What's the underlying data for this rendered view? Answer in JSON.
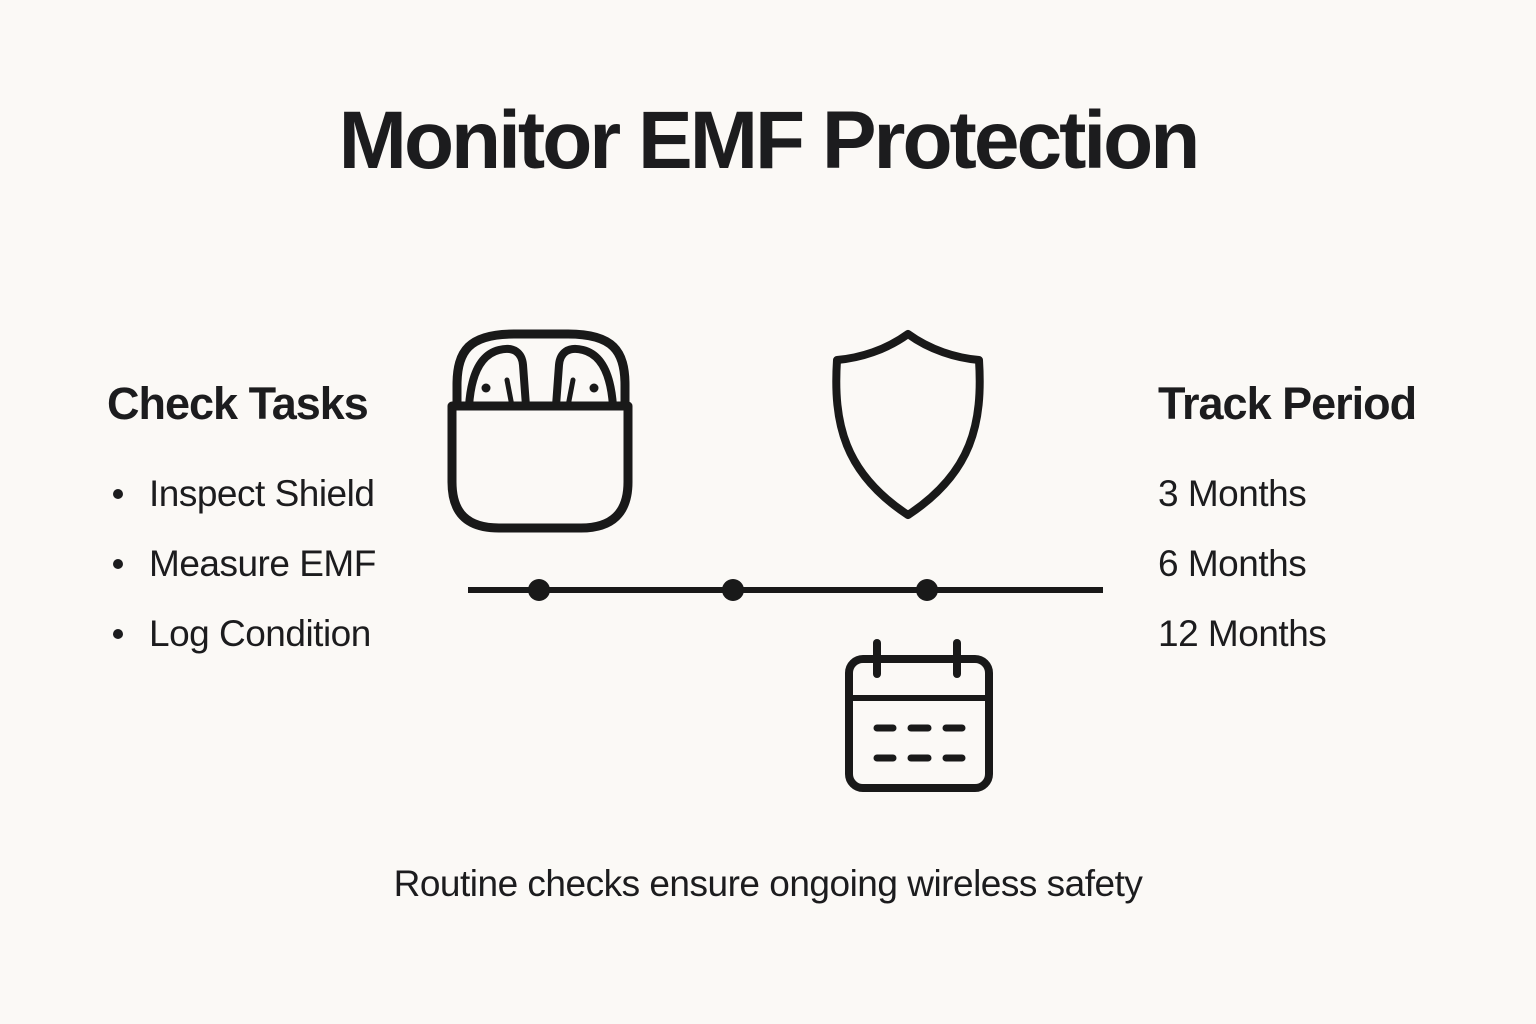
{
  "colors": {
    "background": "#fbf9f6",
    "text": "#1c1c1e",
    "icon_stroke": "#191919"
  },
  "title": "Monitor EMF Protection",
  "check_tasks": {
    "heading": "Check Tasks",
    "items": [
      "Inspect Shield",
      "Measure EMF",
      "Log Condition"
    ]
  },
  "track_period": {
    "heading": "Track Period",
    "items": [
      "3 Months",
      "6 Months",
      "12 Months"
    ]
  },
  "caption": "Routine checks ensure ongoing wireless safety",
  "icons": [
    {
      "name": "earbuds-case-icon"
    },
    {
      "name": "shield-icon"
    },
    {
      "name": "timeline-dots",
      "count": 3
    },
    {
      "name": "calendar-icon"
    }
  ]
}
